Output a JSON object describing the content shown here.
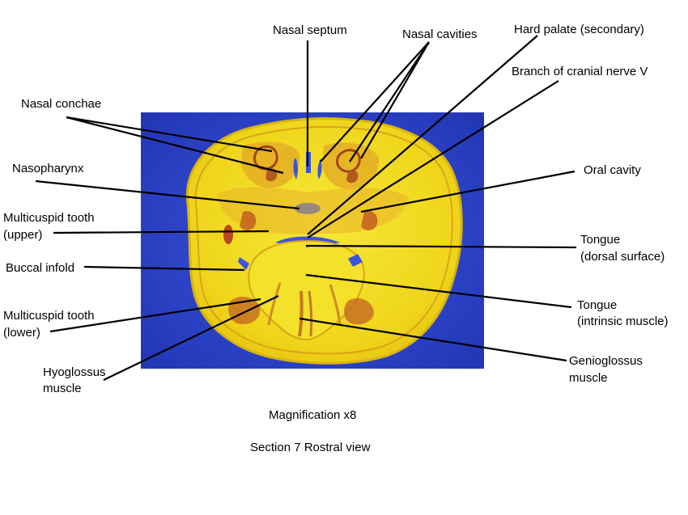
{
  "labels": {
    "nasal_septum": "Nasal septum",
    "nasal_cavities": "Nasal cavities",
    "hard_palate": "Hard palate (secondary)",
    "cranial_nerve": "Branch of cranial nerve V",
    "nasal_conchae": "Nasal conchae",
    "nasopharynx": "Nasopharynx",
    "oral_cavity": "Oral cavity",
    "multicuspid_upper_1": "Multicuspid tooth",
    "multicuspid_upper_2": "(upper)",
    "tongue_dorsal_1": "Tongue",
    "tongue_dorsal_2": "(dorsal surface)",
    "buccal_infold": "Buccal infold",
    "tongue_intrinsic_1": "Tongue",
    "tongue_intrinsic_2": "(intrinsic muscle)",
    "multicuspid_lower_1": "Multicuspid tooth",
    "multicuspid_lower_2": "(lower)",
    "genioglossus_1": "Genioglossus",
    "genioglossus_2": "muscle",
    "hyoglossus_1": "Hyoglossus",
    "hyoglossus_2": "muscle"
  },
  "caption": {
    "magnification": "Magnification x8",
    "section": "Section 7 Rostral view"
  },
  "colors": {
    "background_panel": "#2a3fc4",
    "tissue": "#f2e31a",
    "tissue_dark": "#c98a1c",
    "lines": "#000000"
  }
}
